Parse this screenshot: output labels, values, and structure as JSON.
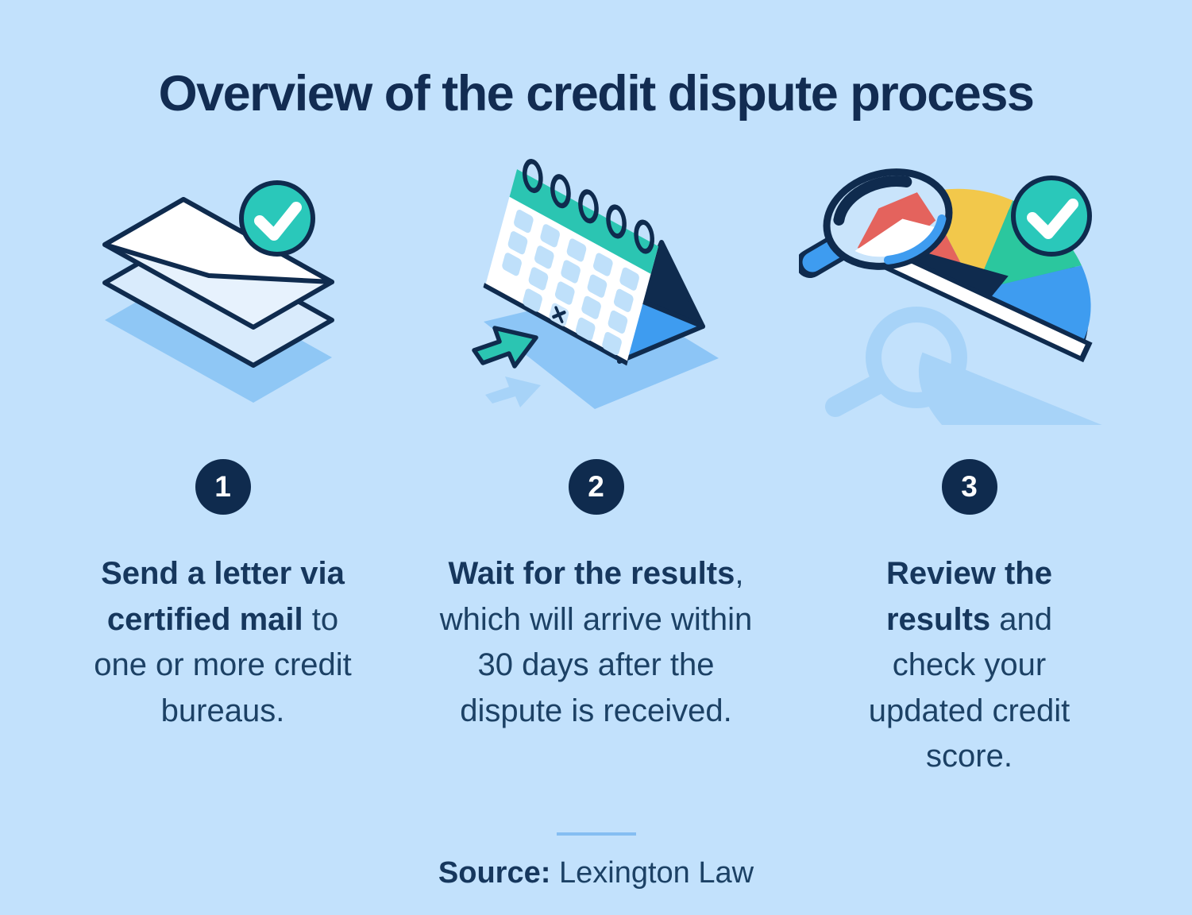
{
  "title": "Overview of the credit dispute process",
  "steps": [
    {
      "number": "1",
      "icon": "certified-mail-envelopes-icon",
      "text_bold": "Send a letter via certified mail",
      "text_rest": " to one or more credit bureaus."
    },
    {
      "number": "2",
      "icon": "calendar-30-days-icon",
      "text_bold": "Wait for the results",
      "text_rest": ", which will arrive within 30 days after the dispute is received."
    },
    {
      "number": "3",
      "icon": "credit-score-gauge-magnifier-icon",
      "text_bold": "Review the results",
      "text_rest": " and check your updated credit score."
    }
  ],
  "source": {
    "label": "Source:",
    "value": "Lexington Law"
  },
  "colors": {
    "background": "#C2E1FC",
    "navy": "#0F2B4E",
    "title_text": "#122C52",
    "body_text": "#1C4165",
    "teal": "#2BC5B2",
    "gauge_teal": "#2BC79E",
    "blue": "#3E9CF0",
    "red": "#E4635D",
    "yellow": "#F2C84B",
    "shadow_dark": "#8FC7F5",
    "shadow_light": "#A7D3F8",
    "divider": "#85BEF2"
  }
}
